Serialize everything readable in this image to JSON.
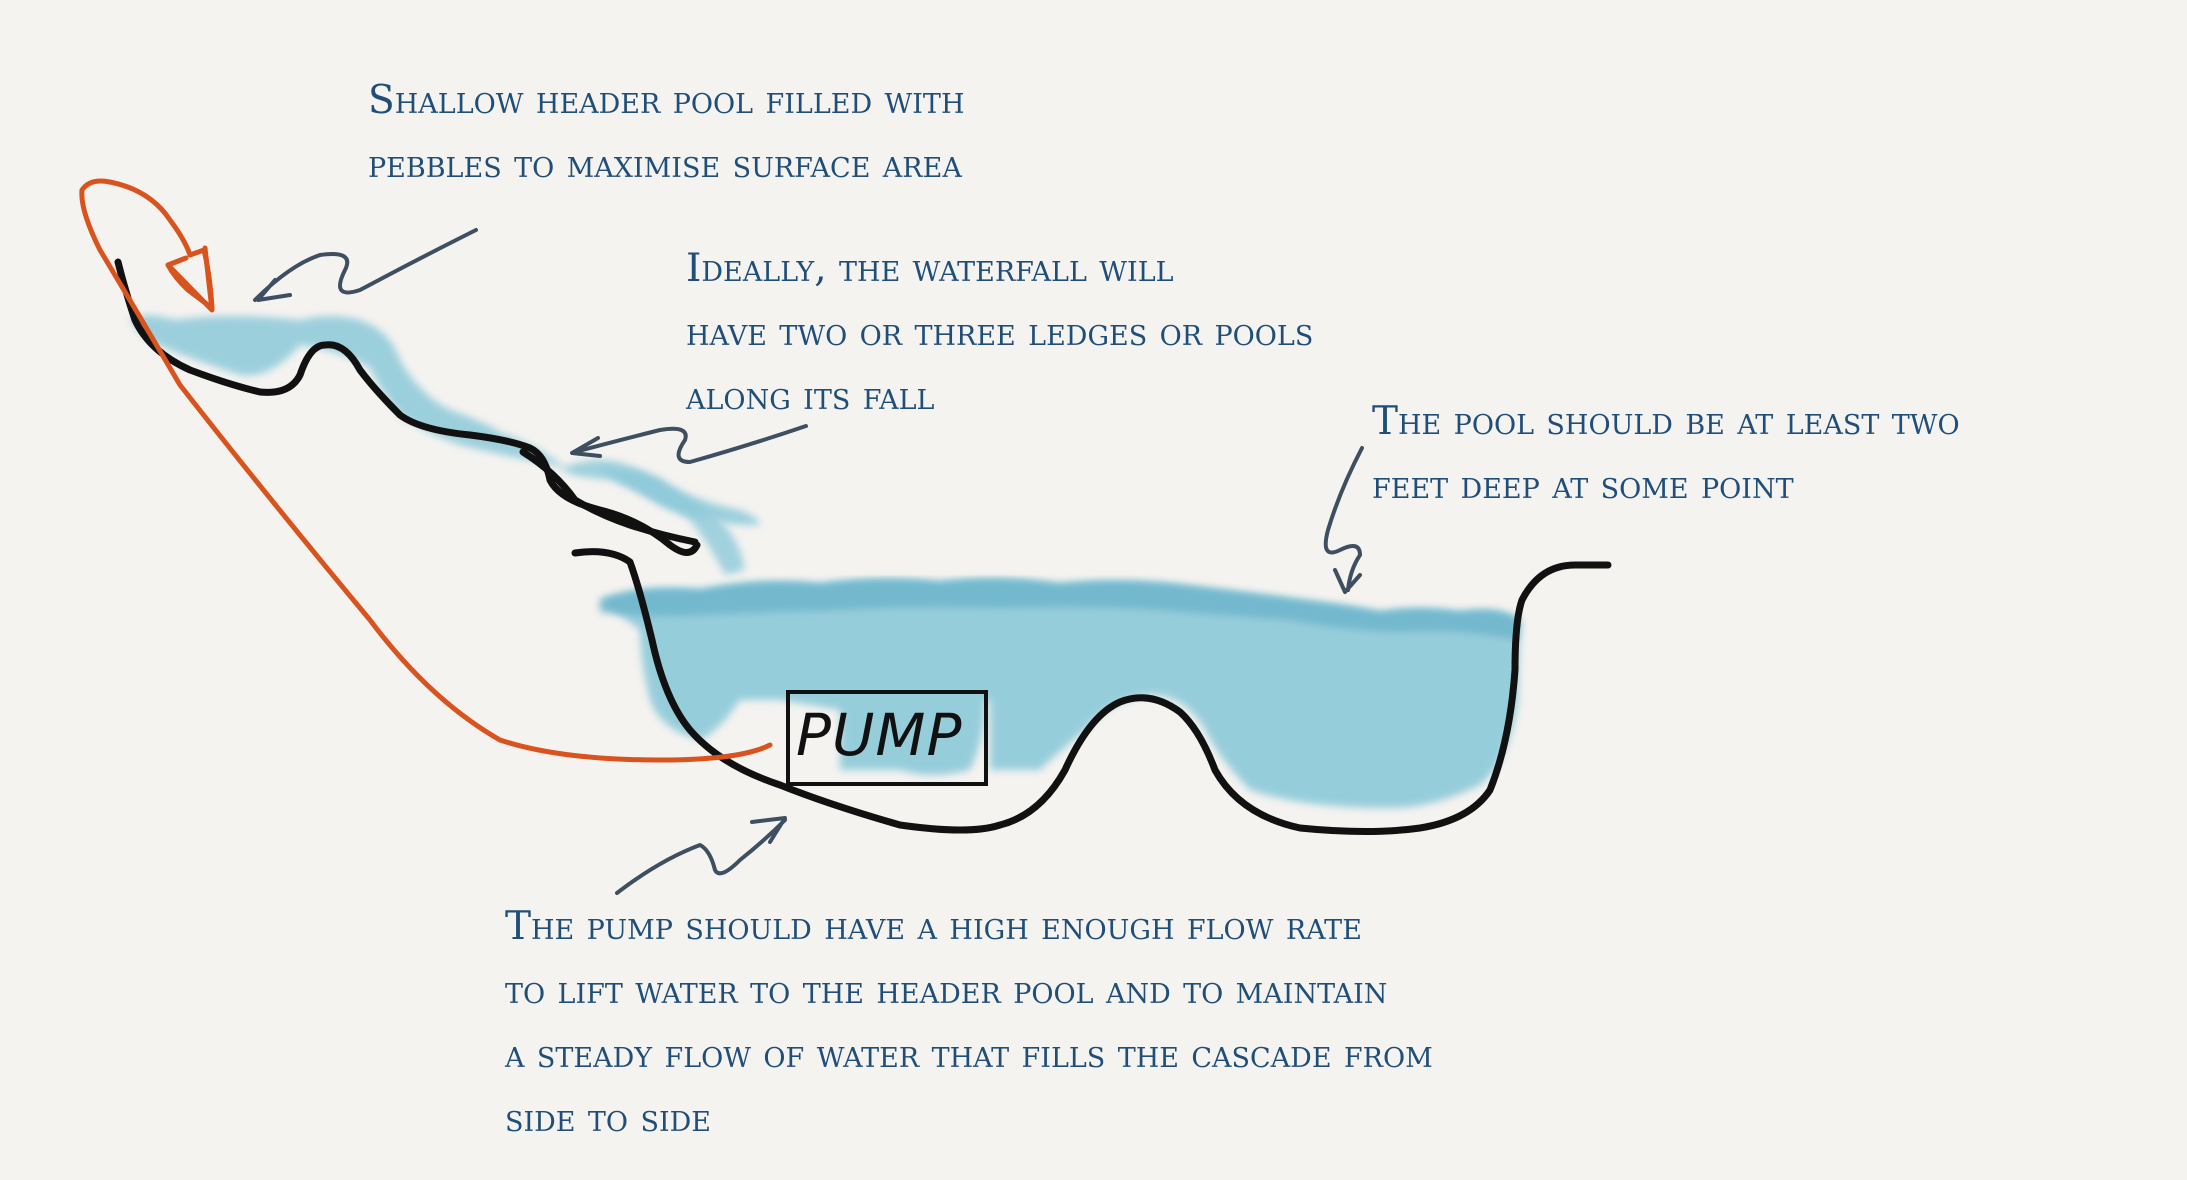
{
  "annotations": {
    "header_pool": [
      "Shallow header pool filled with",
      "pebbles to maximise surface area"
    ],
    "ledges": [
      "Ideally, the waterfall will",
      "have two or three ledges or pools",
      "along its fall"
    ],
    "pool_depth": [
      "The pool should be at least two",
      "feet deep at some point"
    ],
    "pump_flow": [
      "The pump should have a high enough flow rate",
      "to lift water to the header pool and to maintain",
      "a steady flow of water that fills the cascade from",
      "side to side"
    ]
  },
  "pump_label": "PUMP",
  "colors": {
    "text": "#1f4e79",
    "water": "#8cc9d9",
    "water_edge": "#5aa8c0",
    "outline": "#111111",
    "pipe": "#d9531e",
    "arrow": "#3d4f60",
    "background": "#f5f3f0"
  }
}
